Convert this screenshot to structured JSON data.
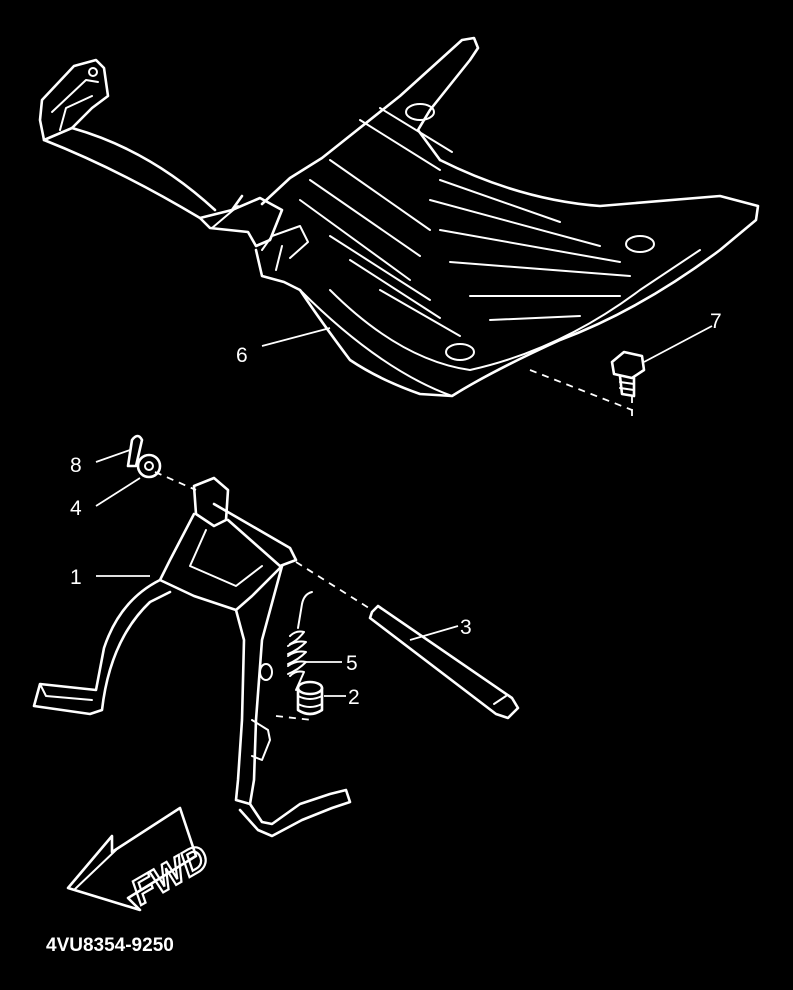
{
  "diagram": {
    "colors": {
      "background": "#000000",
      "line": "#ffffff"
    },
    "callouts": [
      {
        "id": "1",
        "label": "1"
      },
      {
        "id": "2",
        "label": "2"
      },
      {
        "id": "3",
        "label": "3"
      },
      {
        "id": "4",
        "label": "4"
      },
      {
        "id": "5",
        "label": "5"
      },
      {
        "id": "6",
        "label": "6"
      },
      {
        "id": "7",
        "label": "7"
      },
      {
        "id": "8",
        "label": "8"
      }
    ],
    "direction_label": "FWD",
    "direction_icon": "forward-arrow-icon",
    "drawing_code": "4VU8354-9250"
  }
}
